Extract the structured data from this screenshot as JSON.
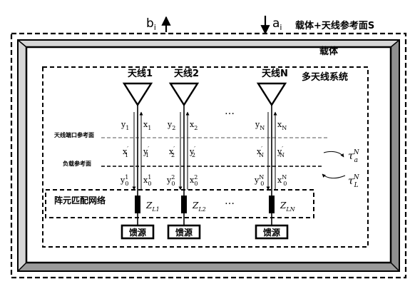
{
  "labels": {
    "b_i": "b",
    "b_i_sub": "i",
    "a_i": "a",
    "a_i_sub": "i",
    "platform_ref_plane": "载体+天线参考面S",
    "platform": "载体",
    "multi_antenna_system": "多天线系统",
    "antenna_port_ref_plane": "天线端口参考面",
    "load_ref_plane": "负载参考面",
    "matching_network": "阵元匹配网络",
    "ellipsis": "…"
  },
  "antennas": [
    {
      "name": "天线1",
      "y": "y",
      "y_sub": "1",
      "x": "x",
      "x_sub": "1",
      "yp": "y",
      "yp_sub": "1",
      "xp": "x",
      "xp_sub": "1",
      "y0": "y",
      "y0_sub": "0",
      "y0_sup": "1",
      "x0": "x",
      "x0_sub": "0",
      "x0_sup": "1",
      "z": "Z",
      "z_sub": "L1",
      "feed": "馈源"
    },
    {
      "name": "天线2",
      "y": "y",
      "y_sub": "2",
      "x": "x",
      "x_sub": "2",
      "yp": "y",
      "yp_sub": "2",
      "xp": "x",
      "xp_sub": "2",
      "y0": "y",
      "y0_sub": "0",
      "y0_sup": "2",
      "x0": "x",
      "x0_sub": "0",
      "x0_sup": "2",
      "z": "Z",
      "z_sub": "L2",
      "feed": "馈源"
    },
    {
      "name": "天线N",
      "y": "y",
      "y_sub": "N",
      "x": "x",
      "x_sub": "N",
      "yp": "y",
      "yp_sub": "N",
      "xp": "x",
      "xp_sub": "N",
      "y0": "y",
      "y0_sub": "0",
      "y0_sup": "N",
      "x0": "x",
      "x0_sub": "0",
      "x0_sup": "N",
      "z": "Z",
      "z_sub": "LN",
      "feed": "馈源"
    }
  ],
  "tau_a": {
    "base": "τ",
    "sub": "a",
    "sup": "N"
  },
  "tau_L": {
    "base": "τ",
    "sub": "L",
    "sup": "N"
  }
}
